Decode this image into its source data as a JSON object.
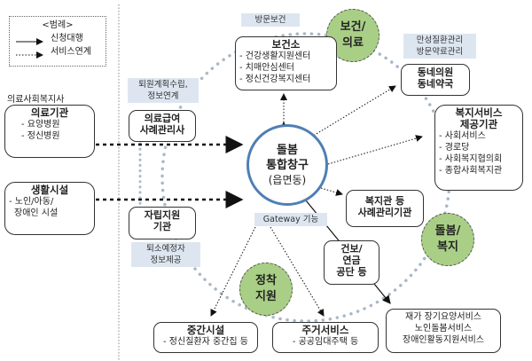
{
  "legend": {
    "title": "<범례>",
    "solid": "신청대행",
    "dotted": "서비스연계"
  },
  "center": {
    "line1": "돌봄",
    "line2": "통합창구",
    "line3": "(읍면동)",
    "gateway": "Gateway 기능"
  },
  "domains": {
    "health": [
      "보건/",
      "의료"
    ],
    "care": [
      "돌봄/",
      "복지"
    ],
    "settle": [
      "정착",
      "지원"
    ]
  },
  "left": {
    "caption": "의료사회복지사",
    "medical": {
      "title": "의료기관",
      "items": [
        "- 요양병원",
        "- 정신병원"
      ]
    },
    "living": {
      "title": "생활시설",
      "items": [
        "- 노인/아동/",
        "장애인 시설"
      ]
    }
  },
  "mid": {
    "discharge_label": [
      "퇴원계획수립,",
      "정보연계"
    ],
    "medicaid": [
      "의료급여",
      "사례관리사"
    ],
    "independence": [
      "자립지원",
      "기관"
    ],
    "leaving_label": [
      "퇴소예정자",
      "정보제공"
    ]
  },
  "health": {
    "visit_label": "방문보건",
    "center": {
      "title": "보건소",
      "items": [
        "- 건강생활지원센터",
        "- 치매안심센터",
        "- 정신건강복지센터"
      ]
    },
    "chronic_label": [
      "만성질환관리",
      "방문약료관리"
    ],
    "clinic": [
      "동네의원",
      "동네약국"
    ]
  },
  "welfare": {
    "provider": {
      "title": [
        "복지서비스",
        "제공기관"
      ],
      "items": [
        "- 사회서비스",
        "- 경로당",
        "- 사회복지협의회",
        "- 종합사회복지관"
      ]
    },
    "casemgmt": [
      "복지관 등",
      "사례관리기관"
    ],
    "nhis": [
      "건보/",
      "연금",
      "공단 등"
    ],
    "homecare": [
      "재가 장기요양서비스",
      "노인돌봄서비스",
      "장애인활동지원서비스"
    ]
  },
  "settle": {
    "halfway": {
      "title": "중간시설",
      "item": "- 정신질환자 중간집 등"
    },
    "housing": {
      "title": "주거서비스",
      "item": "- 공공임대주택 등"
    }
  },
  "colors": {
    "ring": "#4f7fb3",
    "green": "#a9cf86",
    "label_bg": "#dde6f0",
    "outer_dots": "#a8b8c8"
  }
}
